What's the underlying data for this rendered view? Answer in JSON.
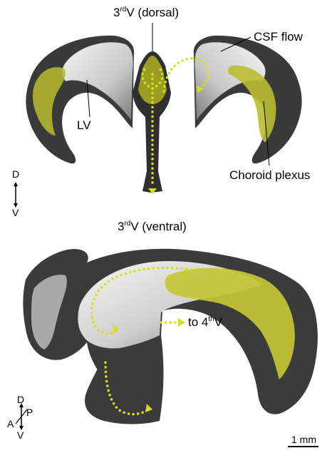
{
  "labels": {
    "third_v_dorsal_prefix": "3",
    "third_v_dorsal_sup": "rd",
    "third_v_dorsal_suffix": "V (dorsal)",
    "csf_flow": "CSF flow",
    "lv": "LV",
    "choroid_plexus": "Choroid plexus",
    "third_v_ventral_prefix": "3",
    "third_v_ventral_sup": "rd",
    "third_v_ventral_suffix": "V (ventral)",
    "to_fourth_prefix": "to 4",
    "to_fourth_sup": "th",
    "to_fourth_suffix": "V",
    "scale_bar": "1 mm"
  },
  "orientation_top": {
    "up": "D",
    "down": "V"
  },
  "orientation_bottom": {
    "up": "D",
    "right": "P",
    "left": "A",
    "down": "V"
  },
  "colors": {
    "tissue_dark": "#3d3d3d",
    "ventricle_light": "#dcdcdc",
    "choroid_plexus": "#c8cc3a",
    "csf_flow_dots": "#d8e21c"
  }
}
